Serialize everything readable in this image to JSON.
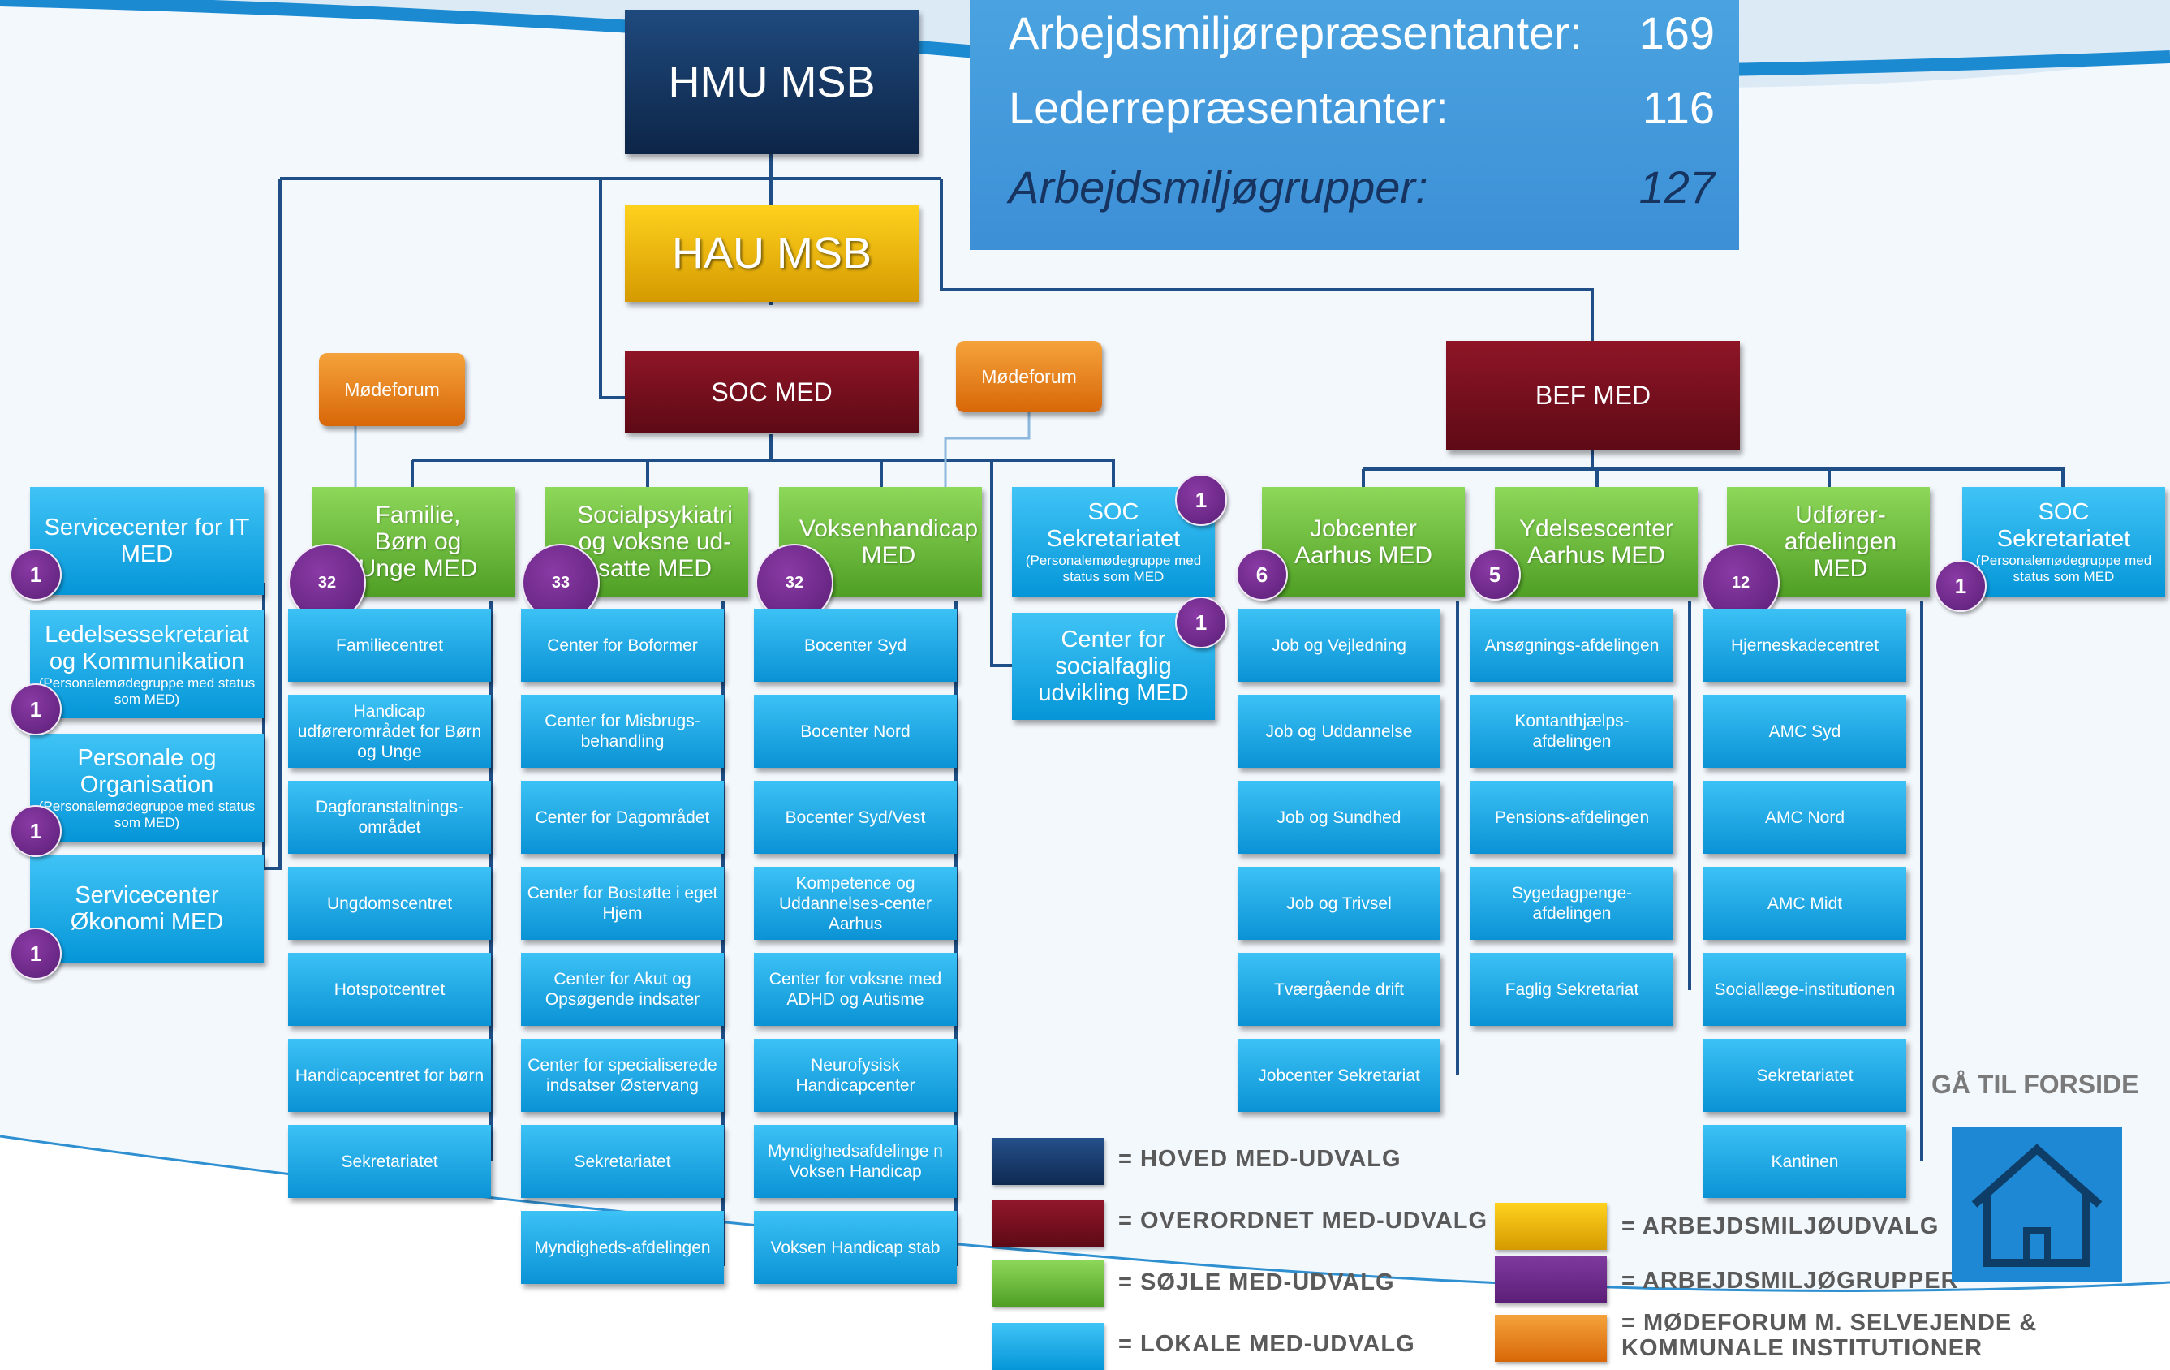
{
  "stats": {
    "rows": [
      {
        "label": "Arbejdsmiljørepræsentanter:",
        "value": "169"
      },
      {
        "label": "Lederrepræsentanter:",
        "value": "116"
      },
      {
        "label": "Arbejdsmiljøgrupper:",
        "value": "127"
      }
    ]
  },
  "top": {
    "hmu": "HMU MSB",
    "hau": "HAU MSB"
  },
  "committees": {
    "soc_med": "SOC MED",
    "bef_med": "BEF MED",
    "modeforum_left": "Mødeforum",
    "modeforum_right": "Mødeforum"
  },
  "left_col": [
    {
      "title": "Servicecenter for IT MED",
      "sub": "",
      "badge": "1"
    },
    {
      "title": "Ledelsessekretariat og Kommunikation",
      "sub": "(Personalemødegruppe med status som MED)",
      "badge": "1"
    },
    {
      "title": "Personale og Organisation",
      "sub": "(Personalemødegruppe med status som MED)",
      "badge": "1"
    },
    {
      "title": "Servicecenter Økonomi MED",
      "sub": "",
      "badge": "1"
    }
  ],
  "soc_columns": [
    {
      "title": "Familie, Børn og Unge MED",
      "badge": "32",
      "items": [
        "Familiecentret",
        "Handicap udførerområdet for Børn og Unge",
        "Dagforanstaltnings-området",
        "Ungdomscentret",
        "Hotspotcentret",
        "Handicapcentret for børn",
        "Sekretariatet"
      ]
    },
    {
      "title": "Socialpsykiatri og voksne ud-satte MED",
      "badge": "33",
      "items": [
        "Center for Boformer",
        "Center for Misbrugs-behandling",
        "Center for Dagområdet",
        "Center for Bostøtte i eget Hjem",
        "Center for Akut og Opsøgende indsater",
        "Center for specialiserede indsatser Østervang",
        "Sekretariatet",
        "Myndigheds-afdelingen"
      ]
    },
    {
      "title": "Voksenhandicap MED",
      "badge": "32",
      "items": [
        "Bocenter Syd",
        "Bocenter Nord",
        "Bocenter Syd/Vest",
        "Kompetence og Uddannelses-center Aarhus",
        "Center for voksne med ADHD og Autisme",
        "Neurofysisk Handicapcenter",
        "Myndighedsafdelinge n Voksen Handicap",
        "Voksen Handicap stab"
      ]
    }
  ],
  "soc_sek": {
    "title": "SOC Sekretariatet",
    "sub": "(Personalemødegruppe med status som MED",
    "badge": "1"
  },
  "soc_center": {
    "title": "Center for socialfaglig udvikling MED",
    "badge": "1"
  },
  "bef_columns": [
    {
      "title": "Jobcenter Aarhus MED",
      "badge": "6",
      "items": [
        "Job og Vejledning",
        "Job og Uddannelse",
        "Job og Sundhed",
        "Job og Trivsel",
        "Tværgående drift",
        "Jobcenter Sekretariat"
      ]
    },
    {
      "title": "Ydelsescenter Aarhus MED",
      "badge": "5",
      "items": [
        "Ansøgnings-afdelingen",
        "Kontanthjælps-afdelingen",
        "Pensions-afdelingen",
        "Sygedagpenge-afdelingen",
        "Faglig Sekretariat"
      ]
    },
    {
      "title": "Udfører-afdelingen MED",
      "badge": "12",
      "items": [
        "Hjerneskadecentret",
        "AMC Syd",
        "AMC Nord",
        "AMC Midt",
        "Sociallæge-institutionen",
        "Sekretariatet",
        "Kantinen"
      ]
    }
  ],
  "bef_sek": {
    "title": "SOC Sekretariatet",
    "sub": "(Personalemødegruppe med status som MED",
    "badge": "1"
  },
  "legend": [
    {
      "color": "#1b3f6e",
      "label": "= HOVED MED-UDVALG"
    },
    {
      "color": "#7a1020",
      "label": "= OVERORDNET MED-UDVALG"
    },
    {
      "color": "#72c043",
      "label": "= SØJLE MED-UDVALG"
    },
    {
      "color": "#17aee9",
      "label": "= LOKALE MED-UDVALG"
    },
    {
      "color": "#f1bd12",
      "label": "= ARBEJDSMILJØUDVALG"
    },
    {
      "color": "#6f3390",
      "label": "= ARBEJDSMILJØGRUPPER"
    },
    {
      "color": "#ec8215",
      "label": "= MØDEFORUM M.  SELVEJENDE & KOMMUNALE INSTITUTIONER"
    }
  ],
  "home": {
    "label": "GÅ TIL FORSIDE",
    "icon": "house-icon"
  }
}
